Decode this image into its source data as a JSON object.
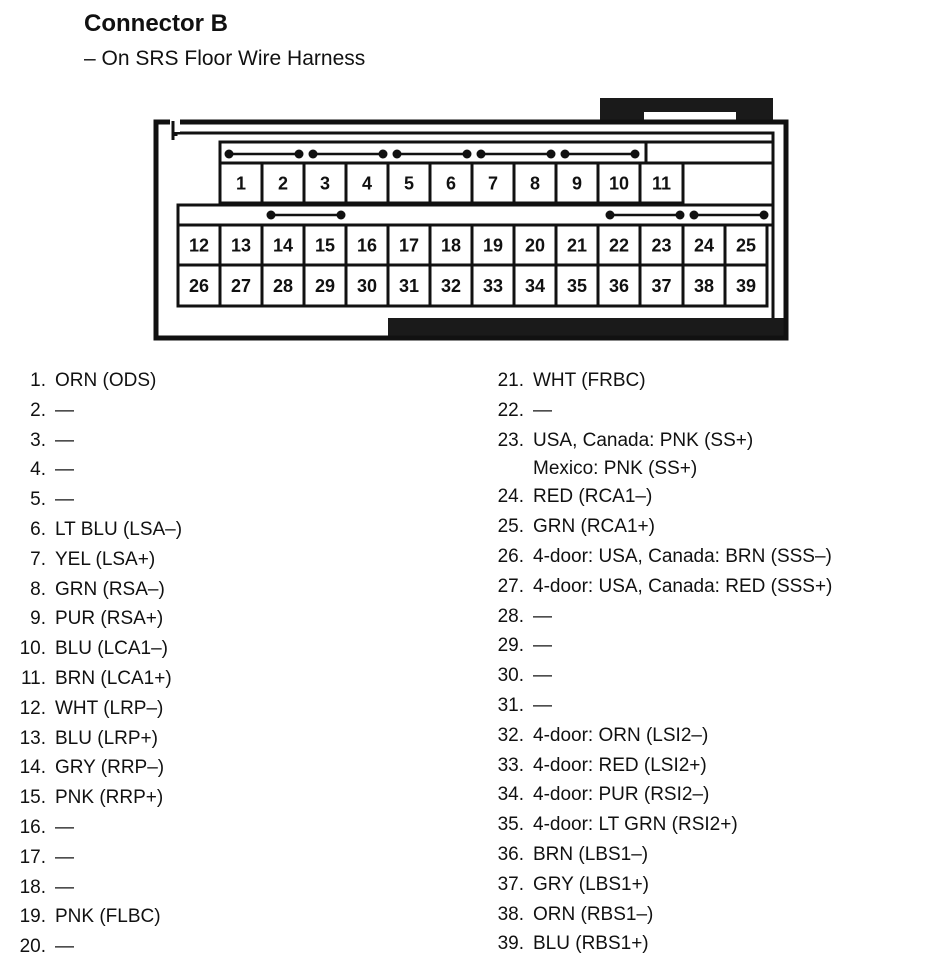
{
  "header": {
    "title": "Connector B",
    "subtitle": "– On SRS Floor Wire Harness"
  },
  "connector": {
    "rows": [
      [
        "1",
        "2",
        "3",
        "4",
        "5",
        "6",
        "7",
        "8",
        "9",
        "10",
        "11"
      ],
      [
        "12",
        "13",
        "14",
        "15",
        "16",
        "17",
        "18",
        "19",
        "20",
        "21",
        "22",
        "23",
        "24",
        "25"
      ],
      [
        "26",
        "27",
        "28",
        "29",
        "30",
        "31",
        "32",
        "33",
        "34",
        "35",
        "36",
        "37",
        "38",
        "39"
      ]
    ]
  },
  "pins_left": [
    {
      "num": "1.",
      "text": "ORN (ODS)"
    },
    {
      "num": "2.",
      "text": "—"
    },
    {
      "num": "3.",
      "text": "—"
    },
    {
      "num": "4.",
      "text": "—"
    },
    {
      "num": "5.",
      "text": "—"
    },
    {
      "num": "6.",
      "text": "LT BLU (LSA–)"
    },
    {
      "num": "7.",
      "text": "YEL (LSA+)"
    },
    {
      "num": "8.",
      "text": "GRN (RSA–)"
    },
    {
      "num": "9.",
      "text": "PUR (RSA+)"
    },
    {
      "num": "10.",
      "text": "BLU (LCA1–)"
    },
    {
      "num": "11.",
      "text": "BRN (LCA1+)"
    },
    {
      "num": "12.",
      "text": "WHT (LRP–)"
    },
    {
      "num": "13.",
      "text": "BLU (LRP+)"
    },
    {
      "num": "14.",
      "text": "GRY (RRP–)"
    },
    {
      "num": "15.",
      "text": "PNK (RRP+)"
    },
    {
      "num": "16.",
      "text": "—"
    },
    {
      "num": "17.",
      "text": "—"
    },
    {
      "num": "18.",
      "text": "—"
    },
    {
      "num": "19.",
      "text": "PNK (FLBC)"
    },
    {
      "num": "20.",
      "text": "—"
    }
  ],
  "pins_right": [
    {
      "num": "21.",
      "text": "WHT (FRBC)"
    },
    {
      "num": "22.",
      "text": "—"
    },
    {
      "num": "23.",
      "text": "USA, Canada: PNK (SS+)",
      "sub": "Mexico: PNK (SS+)"
    },
    {
      "num": "24.",
      "text": "RED (RCA1–)"
    },
    {
      "num": "25.",
      "text": "GRN (RCA1+)"
    },
    {
      "num": "26.",
      "text": "4-door: USA, Canada: BRN (SSS–)"
    },
    {
      "num": "27.",
      "text": "4-door: USA, Canada: RED (SSS+)"
    },
    {
      "num": "28.",
      "text": "—"
    },
    {
      "num": "29.",
      "text": "—"
    },
    {
      "num": "30.",
      "text": "—"
    },
    {
      "num": "31.",
      "text": "—"
    },
    {
      "num": "32.",
      "text": "4-door: ORN (LSI2–)"
    },
    {
      "num": "33.",
      "text": "4-door: RED (LSI2+)"
    },
    {
      "num": "34.",
      "text": "4-door: PUR (RSI2–)"
    },
    {
      "num": "35.",
      "text": "4-door: LT GRN (RSI2+)"
    },
    {
      "num": "36.",
      "text": "BRN (LBS1–)"
    },
    {
      "num": "37.",
      "text": "GRY (LBS1+)"
    },
    {
      "num": "38.",
      "text": "ORN (RBS1–)"
    },
    {
      "num": "39.",
      "text": "BLU (RBS1+)"
    }
  ]
}
